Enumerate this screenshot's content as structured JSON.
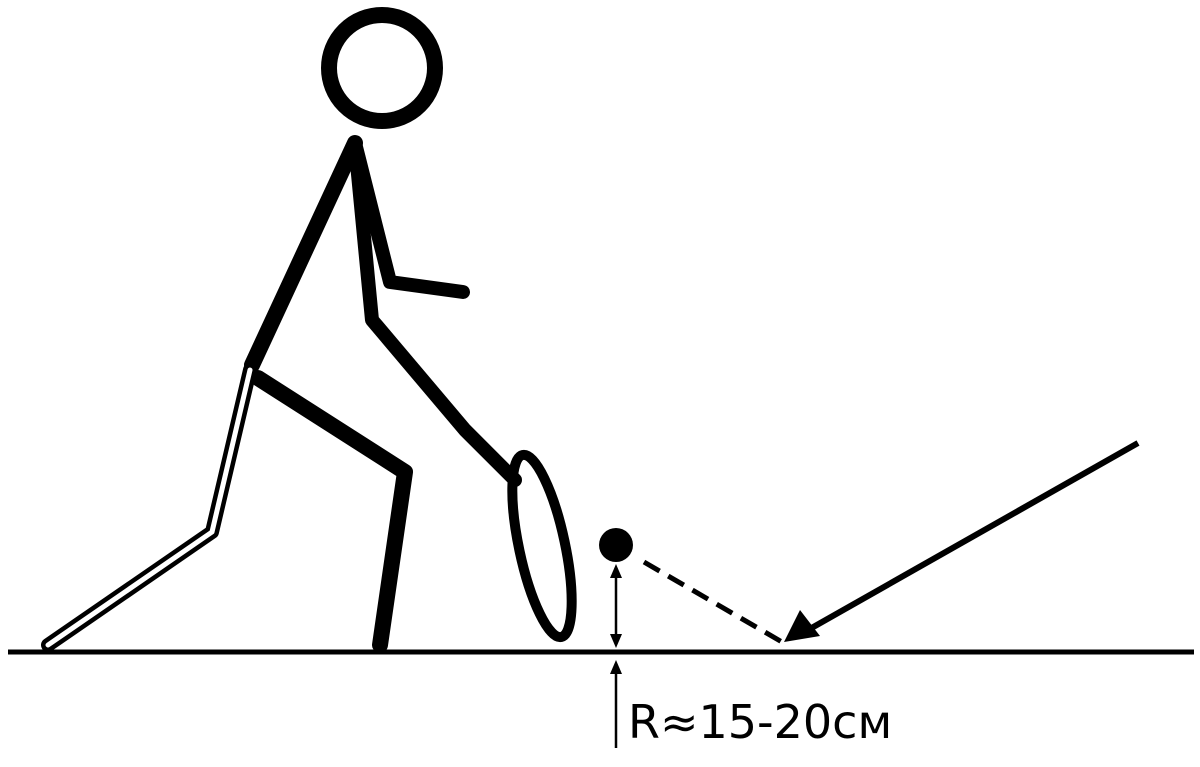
{
  "diagram": {
    "measurement_label": "R≈15-20см"
  },
  "colors": {
    "ink": "#000000",
    "background": "#ffffff"
  },
  "elements": {
    "figure": "stick-figure-player",
    "racket": "tennis-racket",
    "ball": "tennis-ball",
    "ground": "court-ground-line",
    "incoming_path": "ball-trajectory-solid-arrow",
    "bounce_path": "ball-trajectory-dashed",
    "height_indicator": "double-arrow-height-marker"
  }
}
